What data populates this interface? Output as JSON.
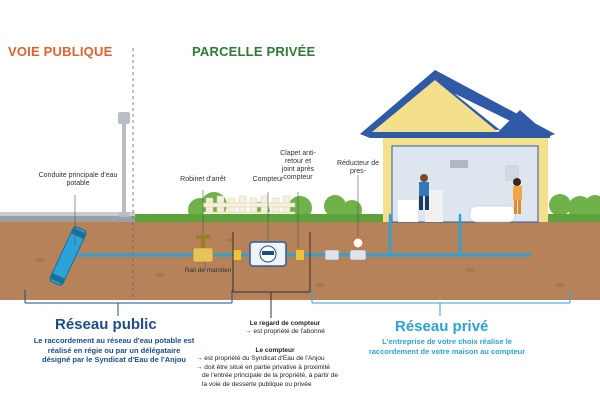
{
  "headers": {
    "public_road": "VOIE PUBLIQUE",
    "private_parcel": "PARCELLE PRIVÉE"
  },
  "labels": {
    "main_pipe": "Conduite principale d'eau potable",
    "stop_valve": "Robinet d'arrêt",
    "meter": "Compteur",
    "check_valve": "Clapet anti-retour et joint après compteur",
    "pressure_reducer": "Réducteur de pres-",
    "holding_rail": "Rail de maintien"
  },
  "public_network": {
    "title": "Réseau public",
    "lines": [
      "Le raccordement au réseau d'eau potable est",
      "réalisé en régie ou par un délégataire",
      "désigné par le Syndicat d'Eau de l'Anjou"
    ]
  },
  "meter_info": {
    "manhole_title": "Le regard de compteur",
    "manhole_line": "→ est propriété de l'abonné",
    "meter_title": "Le compteur",
    "meter_lines": [
      "→ est propriété du Syndicat d'Eau de l'Anjou",
      "→ doit être situé en partie privative à proximité",
      "de l'entrée principale de la propriété, à partir de",
      "la voie de desserte publique ou privée"
    ]
  },
  "private_network": {
    "title": "Réseau privé",
    "lines": [
      "L'entreprise de votre choix réalise le",
      "raccordement de votre maison au compteur"
    ]
  },
  "colors": {
    "orange": "#e5602a",
    "green": "#2e7d32",
    "blue_dark": "#1b4d8f",
    "blue_light": "#2aa3d9",
    "soil": "#b5825a",
    "grass": "#5da23a",
    "roof": "#2f5aa8",
    "wall": "#f4e08a"
  }
}
